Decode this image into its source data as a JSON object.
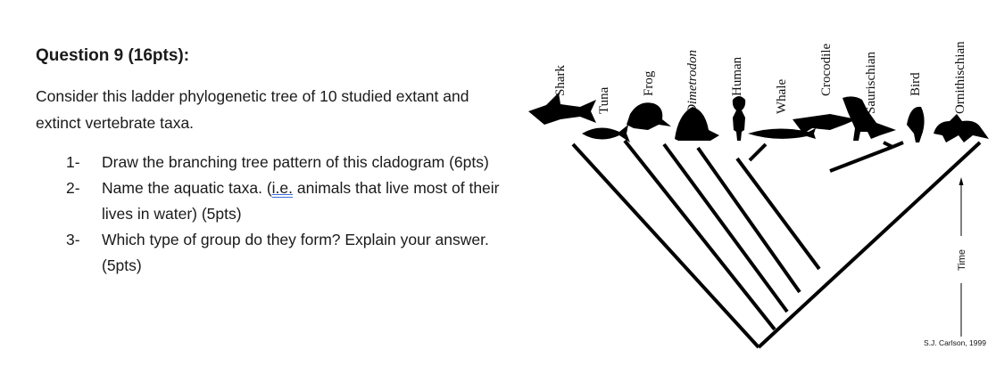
{
  "question": {
    "title": "Question 9 (16pts):",
    "intro": "Consider this ladder phylogenetic tree of 10 studied extant and extinct vertebrate taxa.",
    "items": [
      {
        "num": "1-",
        "text": "Draw the branching tree pattern of this cladogram (6pts)"
      },
      {
        "num": "2-",
        "pre": "Name the aquatic taxa. (",
        "ie": "i.e.",
        "post": " animals that live most of their lives in water) (5pts)"
      },
      {
        "num": "3-",
        "text": "Which type of group do they form? Explain your answer. (5pts)"
      }
    ]
  },
  "cladogram": {
    "taxa": [
      "Shark",
      "Tuna",
      "Frog",
      "Dimetrodon",
      "Human",
      "Whale",
      "Crocodile",
      "Saurischian",
      "Bird",
      "Ornithischian"
    ],
    "time_label": "Time",
    "credit": "S.J. Carlson, 1999",
    "line_color": "#000000"
  }
}
